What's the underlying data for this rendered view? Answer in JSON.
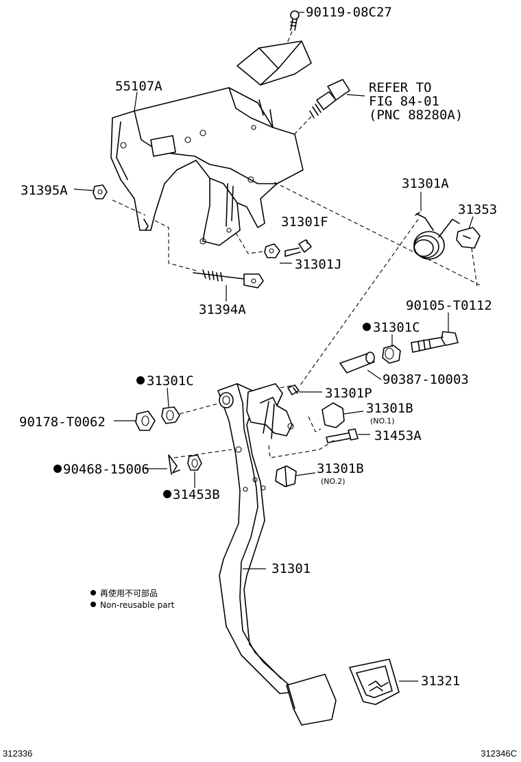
{
  "labels": {
    "p9011908c27": "90119-08C27",
    "p55107a": "55107A",
    "refer1": "REFER TO",
    "refer2": "FIG 84-01",
    "refer3": "(PNC 88280A)",
    "p31395a": "31395A",
    "p31301a": "31301A",
    "p31353": "31353",
    "p31301f": "31301F",
    "p31301j": "31301J",
    "p31394a": "31394A",
    "p90105t0112": "90105-T0112",
    "p31301c_right": "31301C",
    "p31301c_left": "31301C",
    "p9038710003": "90387-10003",
    "p31301p": "31301P",
    "p90178t0062": "90178-T0062",
    "p31301b_1": "31301B",
    "no1": "(NO.1)",
    "p31453a": "31453A",
    "p9046815006": "90468-15006",
    "p31301b_2": "31301B",
    "no2": "(NO.2)",
    "p31453b": "31453B",
    "p31301": "31301",
    "p31321": "31321"
  },
  "legend": {
    "jp": "再使用不可部品",
    "en": "Non-reusable part"
  },
  "footer": {
    "left": "312336",
    "right": "312346C"
  }
}
